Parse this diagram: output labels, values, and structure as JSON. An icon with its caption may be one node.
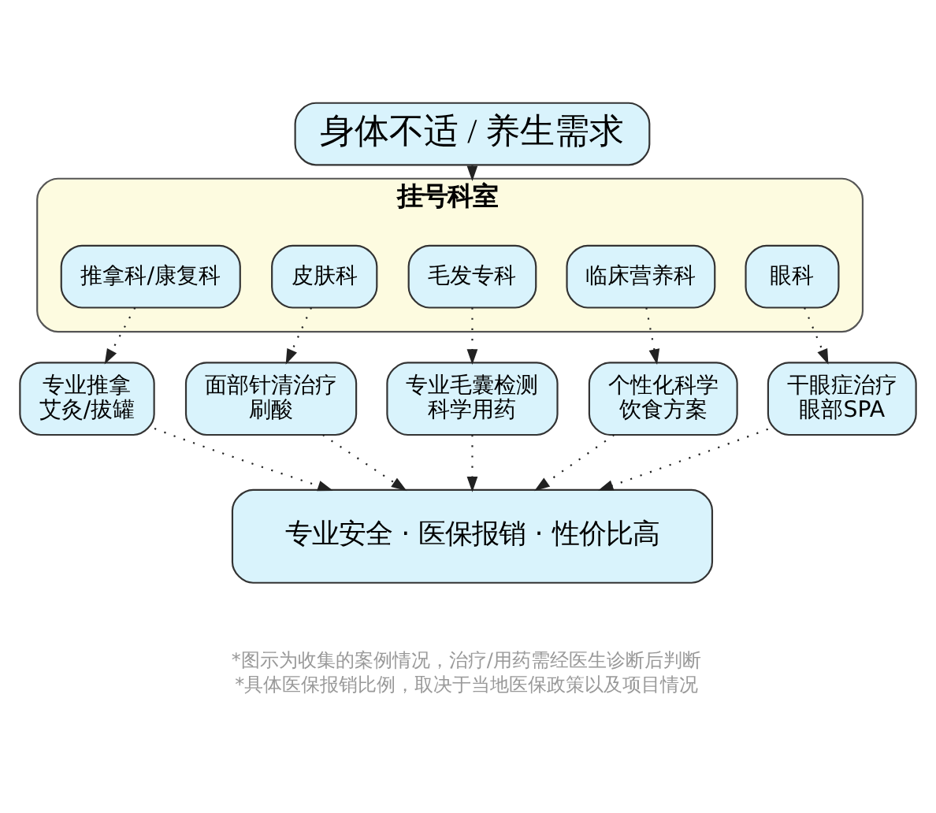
{
  "diagram": {
    "nodes": [
      {
        "text": [
          "身体不适 / 养生需求"
        ]
      },
      {
        "text": [
          "挂号科室"
        ]
      },
      {
        "text": [
          "推拿科/康复科"
        ],
        "in": 1
      },
      {
        "text": [
          "皮肤科"
        ],
        "in": 1
      },
      {
        "text": [
          "毛发专科"
        ],
        "in": 1
      },
      {
        "text": [
          "临床营养科"
        ],
        "in": 1
      },
      {
        "text": [
          "眼科"
        ],
        "in": 1
      },
      {
        "text": [
          "专业推拿",
          "艾灸/拔罐"
        ]
      },
      {
        "text": [
          "面部针清治疗",
          "刷酸"
        ]
      },
      {
        "text": [
          "专业毛囊检测",
          "科学用药"
        ]
      },
      {
        "text": [
          "个性化科学",
          "饮食方案"
        ]
      },
      {
        "text": [
          "干眼症治疗",
          "眼部SPA"
        ]
      },
      {
        "text": [
          "专业安全 · 医保报销 · 性价比高"
        ]
      }
    ],
    "edges": [
      {
        "from": 0,
        "to": 1,
        "arrow": "to",
        "style": "dashed"
      },
      {
        "from": 2,
        "to": 7,
        "arrow": "to",
        "style": "dashed"
      },
      {
        "from": 3,
        "to": 8,
        "arrow": "to",
        "style": "dashed"
      },
      {
        "from": 4,
        "to": 9,
        "arrow": "to",
        "style": "dashed"
      },
      {
        "from": 5,
        "to": 10,
        "arrow": "to",
        "style": "dashed"
      },
      {
        "from": 6,
        "to": 11,
        "arrow": "to",
        "style": "dashed"
      },
      {
        "from": 7,
        "to": 12,
        "arrow": "to",
        "style": "dashed"
      },
      {
        "from": 8,
        "to": 12,
        "arrow": "to",
        "style": "dashed"
      },
      {
        "from": 9,
        "to": 12,
        "arrow": "to",
        "style": "dashed"
      },
      {
        "from": 10,
        "to": 12,
        "arrow": "to",
        "style": "dashed"
      },
      {
        "from": 11,
        "to": 12,
        "arrow": "to",
        "style": "dashed"
      }
    ],
    "labels": [
      "*图示为收集的案例情况，治疗/用药需经医生诊断后判断",
      "*具体医保报销比例，取决于当地医保政策以及项目情况"
    ]
  }
}
